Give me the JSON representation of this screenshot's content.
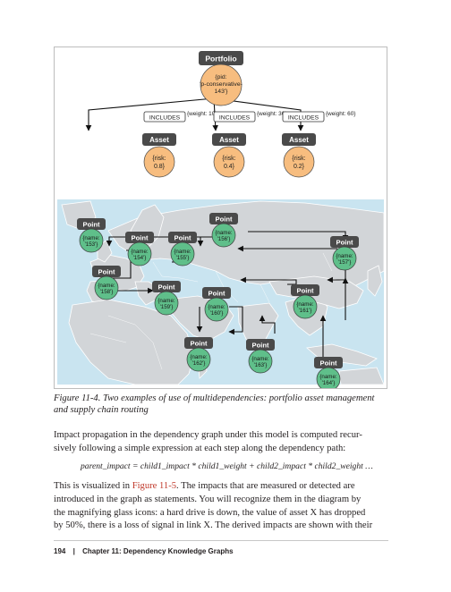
{
  "figure": {
    "top": {
      "portfolio": {
        "header": "Portfolio",
        "props": [
          "{pid:",
          "'p-conservative-",
          "143'}"
        ]
      },
      "relations": [
        {
          "label": "INCLUDES",
          "weight": "{weight: 10}"
        },
        {
          "label": "INCLUDES",
          "weight": "{weight: 30}"
        },
        {
          "label": "INCLUDES",
          "weight": "{weight: 60}"
        }
      ],
      "assets": [
        {
          "header": "Asset",
          "props": [
            "{risk:",
            "0.8}"
          ]
        },
        {
          "header": "Asset",
          "props": [
            "{risk:",
            "0.4}"
          ]
        },
        {
          "header": "Asset",
          "props": [
            "{risk:",
            "0.2}"
          ]
        }
      ]
    },
    "map": {
      "points": [
        {
          "id": "p153",
          "header": "Point",
          "props": [
            "{name:",
            "'153'}"
          ]
        },
        {
          "id": "p154",
          "header": "Point",
          "props": [
            "{name:",
            "'154'}"
          ]
        },
        {
          "id": "p155",
          "header": "Point",
          "props": [
            "{name:",
            "'155'}"
          ]
        },
        {
          "id": "p156",
          "header": "Point",
          "props": [
            "{name:",
            "'156'}"
          ]
        },
        {
          "id": "p157",
          "header": "Point",
          "props": [
            "{name:",
            "'157'}"
          ]
        },
        {
          "id": "p158",
          "header": "Point",
          "props": [
            "{name:",
            "'158'}"
          ]
        },
        {
          "id": "p159",
          "header": "Point",
          "props": [
            "{name:",
            "'159'}"
          ]
        },
        {
          "id": "p160",
          "header": "Point",
          "props": [
            "{name:",
            "'160'}"
          ]
        },
        {
          "id": "p161",
          "header": "Point",
          "props": [
            "{name:",
            "'161'}"
          ]
        },
        {
          "id": "p162",
          "header": "Point",
          "props": [
            "{name:",
            "'162'}"
          ]
        },
        {
          "id": "p163",
          "header": "Point",
          "props": [
            "{name:",
            "'163'}"
          ]
        },
        {
          "id": "p164",
          "header": "Point",
          "props": [
            "{name:",
            "'164'}"
          ]
        }
      ]
    },
    "colors": {
      "header": "#4a4a4a",
      "asset": "#f7bd7f",
      "portfolio": "#f7bd7f",
      "point": "#5fbf8a",
      "land": "#d2d5d8",
      "water": "#c9e4f0"
    }
  },
  "caption": "Figure 11-4. Two examples of use of multidependencies: portfolio asset management and supply chain routing",
  "body": {
    "p1": [
      "Impact propagation in the dependency graph under this model is computed recur-",
      "sively following a simple expression at each step along the dependency path:"
    ],
    "formula": "parent_impact = child1_impact * child1_weight + child2_impact * child2_weight …",
    "p2_l1_pre": "This is visualized in ",
    "p2_l1_ref": "Figure 11-5",
    "p2_l1_post": ". The impacts that are measured or detected are",
    "p2_rest": [
      "introduced in the graph as statements. You will recognize them in the diagram by",
      "the magnifying glass icons: a hard drive is down, the value of asset X has dropped",
      "by 50%, there is a loss of signal in link X. The derived impacts are shown with their"
    ]
  },
  "footer": {
    "page": "194",
    "sep": "|",
    "chapter": "Chapter 11: Dependency Knowledge Graphs"
  }
}
